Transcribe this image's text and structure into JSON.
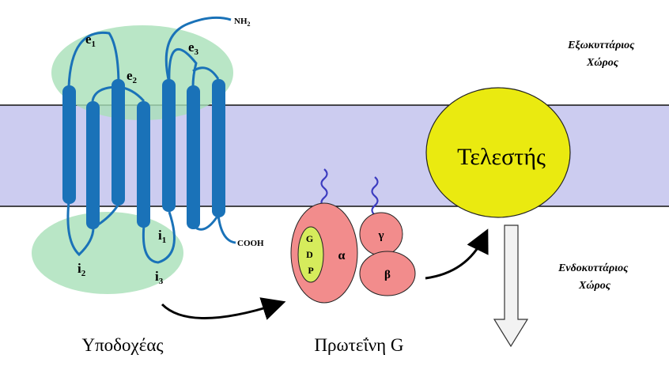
{
  "regions": {
    "extracellular": [
      "Εξωκυττάριος",
      "Χώρος"
    ],
    "intracellular": [
      "Ενδοκυττάριος",
      "Χώρος"
    ]
  },
  "receptor": {
    "label": "Υποδοχέας",
    "nh2": "NH",
    "nh2_sub": "2",
    "cooh": "COOH",
    "loops": {
      "e1": {
        "letter": "e",
        "sub": "1"
      },
      "e2": {
        "letter": "e",
        "sub": "2"
      },
      "e3": {
        "letter": "e",
        "sub": "3"
      },
      "i1": {
        "letter": "i",
        "sub": "1"
      },
      "i2": {
        "letter": "i",
        "sub": "2"
      },
      "i3": {
        "letter": "i",
        "sub": "3"
      }
    }
  },
  "gprotein": {
    "label": "Πρωτεΐνη G",
    "alpha": "α",
    "beta": "β",
    "gamma": "γ",
    "gdp": [
      "G",
      "D",
      "P"
    ]
  },
  "effector": {
    "label": "Τελεστής"
  },
  "colors": {
    "membrane": "#ccccf0",
    "helix": "#1a72b8",
    "loop_highlight": "#a8e0b8",
    "gprotein": "#f28c8c",
    "gdp": "#d6ec5c",
    "effector": "#eaea10",
    "lipid": "#3c3cc0"
  }
}
